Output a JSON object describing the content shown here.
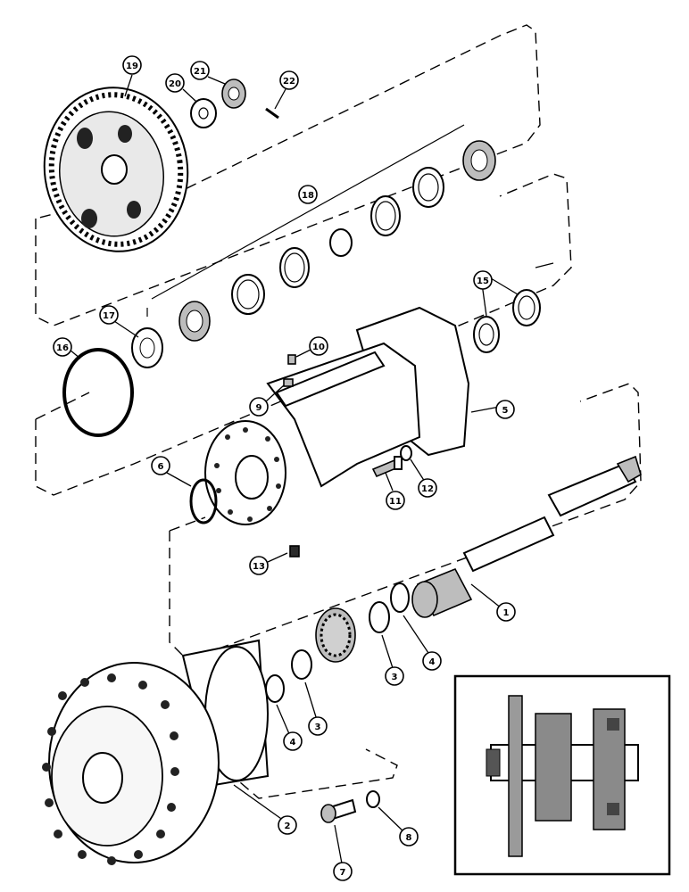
{
  "diagram": {
    "callouts": [
      {
        "id": "c19",
        "label": "19"
      },
      {
        "id": "c20",
        "label": "20"
      },
      {
        "id": "c21",
        "label": "21"
      },
      {
        "id": "c22",
        "label": "22"
      },
      {
        "id": "c18",
        "label": "18"
      },
      {
        "id": "c17",
        "label": "17"
      },
      {
        "id": "c16",
        "label": "16"
      },
      {
        "id": "c15",
        "label": "15"
      },
      {
        "id": "c10",
        "label": "10"
      },
      {
        "id": "c9",
        "label": "9"
      },
      {
        "id": "c5",
        "label": "5"
      },
      {
        "id": "c6",
        "label": "6"
      },
      {
        "id": "c11",
        "label": "11"
      },
      {
        "id": "c12",
        "label": "12"
      },
      {
        "id": "c13",
        "label": "13"
      },
      {
        "id": "c1",
        "label": "1"
      },
      {
        "id": "c4a",
        "label": "4"
      },
      {
        "id": "c3a",
        "label": "3"
      },
      {
        "id": "c3b",
        "label": "3"
      },
      {
        "id": "c4b",
        "label": "4"
      },
      {
        "id": "c2",
        "label": "2"
      },
      {
        "id": "c7",
        "label": "7"
      },
      {
        "id": "c8",
        "label": "8"
      }
    ]
  }
}
